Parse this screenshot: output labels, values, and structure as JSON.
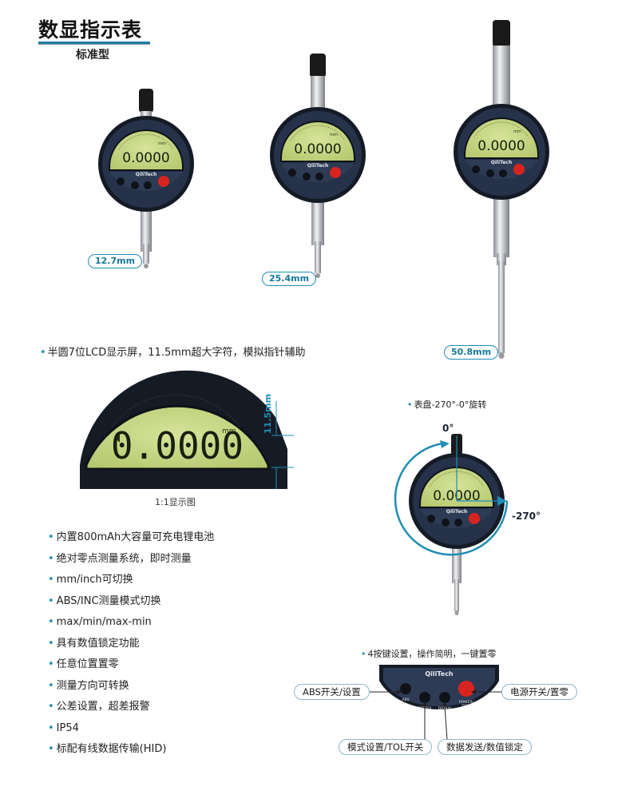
{
  "header": {
    "title": "数显指示表",
    "subtitle": "标准型"
  },
  "gauges": {
    "brand": "QiliTech",
    "lcd_value": "0.0000",
    "lcd_unit": "mm",
    "btn_abs": "ABS",
    "btn_set": "SET/TOL",
    "btn_data": "DATA/H",
    "btn_power": "POWER/ ZERO",
    "power_line1": "POWER/",
    "power_line2": "ZERO"
  },
  "ranges": {
    "r1": "12.7mm",
    "r2": "25.4mm",
    "r3": "50.8mm"
  },
  "notes": {
    "display": "半圆7位LCD显示屏，11.5mm超大字符，模拟指针辅助",
    "rotation": "表盘-270°-0°旋转",
    "keys": "4按键设置，操作简明，一键置零"
  },
  "closeup": {
    "value": "0.0000",
    "unit": "mm",
    "dimension": "11.5mm",
    "caption": "1:1显示图"
  },
  "rotation": {
    "zero_label": "0°",
    "neg_label": "-270°"
  },
  "features": [
    "内置800mAh大容量可充电锂电池",
    "绝对零点测量系统，即时测量",
    "mm/inch可切换",
    "ABS/INC测量模式切换",
    "max/min/max-min",
    "具有数值锁定功能",
    "任意位置置零",
    "测量方向可转换",
    "公差设置，超差报警",
    "IP54",
    "标配有线数据传输(HID)"
  ],
  "callouts": {
    "abs": "ABS开关/设置",
    "power": "电源开关/置零",
    "mode": "模式设置/TOL开关",
    "data": "数据发送/数值锁定"
  },
  "colors": {
    "accent": "#1f8db5",
    "lcd": "#c9d98a",
    "bezel": "#1c2330",
    "panel": "#2b3850",
    "power_button": "#d8241f"
  }
}
